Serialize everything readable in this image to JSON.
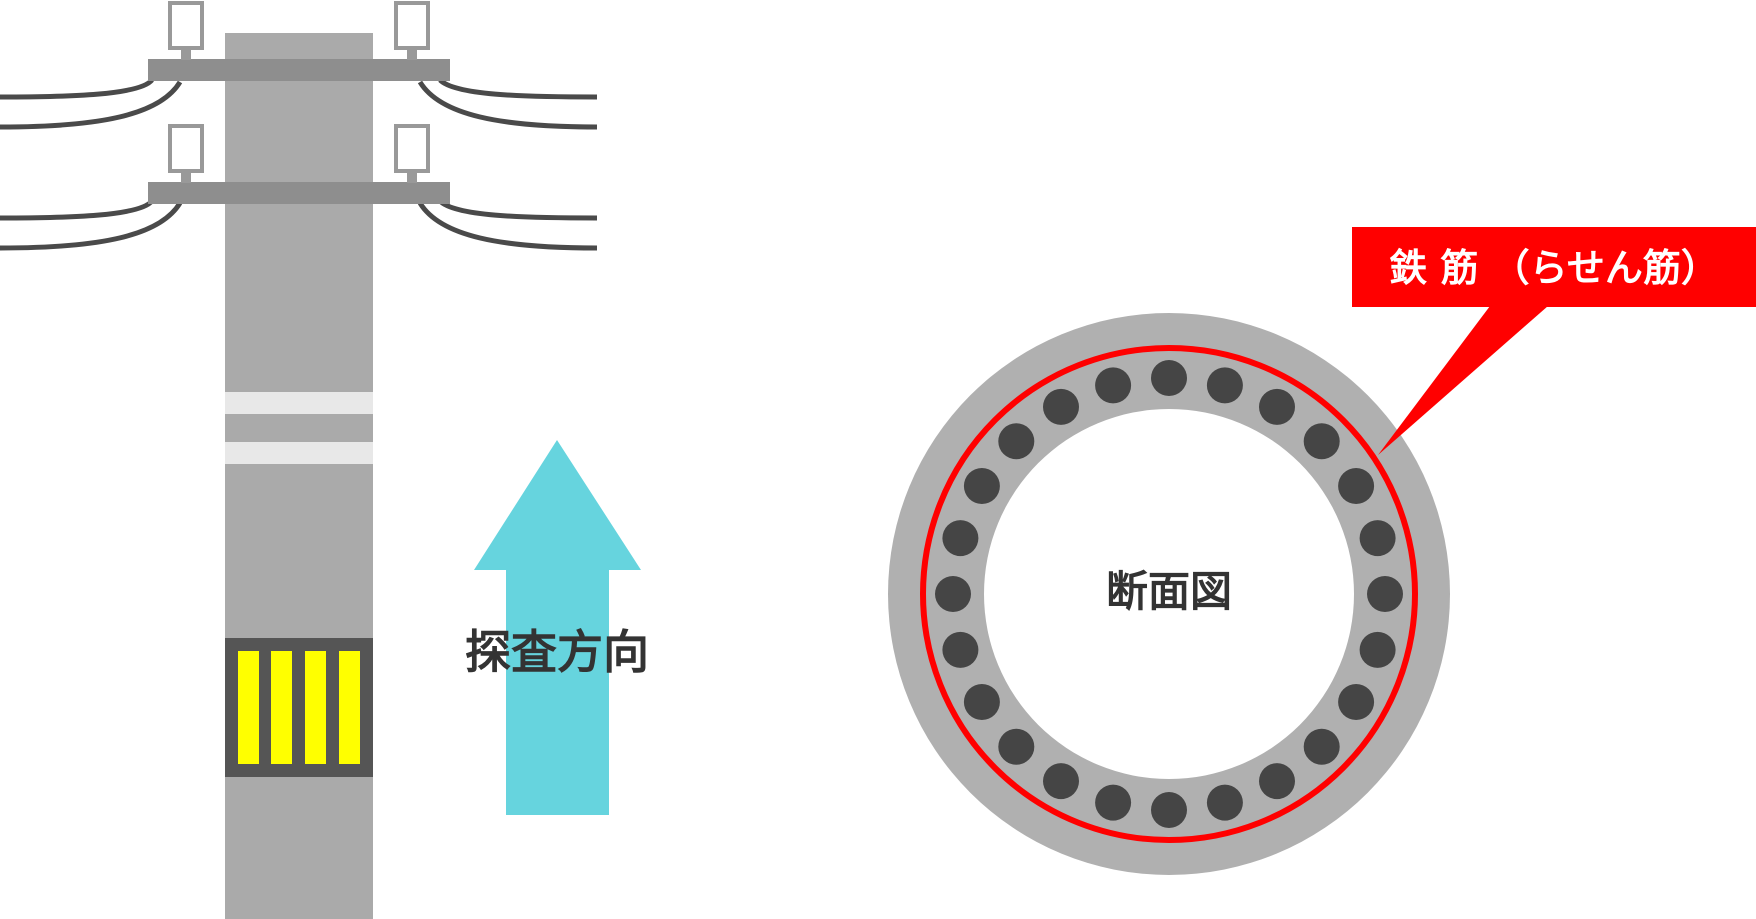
{
  "labels": {
    "direction": "探査方向",
    "cross_section": "断面図",
    "rebar_callout": "鉄 筋 （らせん筋）"
  },
  "colors": {
    "pole": "#aaaaaa",
    "crossarm": "#8e8e8e",
    "wire": "#4a4a4a",
    "insulator": "#999999",
    "band": "#e8e8e8",
    "sensor_frame": "#555555",
    "sensor_stripe": "#ffff00",
    "arrow": "#66d4de",
    "section_outer": "#b0b0b0",
    "rebar_dot": "#454545",
    "spiral": "#ff0000",
    "callout_bg": "#ff0000",
    "callout_text": "#ffffff",
    "text": "#333333"
  },
  "diagram": {
    "crossarm_count": 2,
    "band_count": 2,
    "sensor_stripe_count": 4,
    "rebar_count": 24
  }
}
